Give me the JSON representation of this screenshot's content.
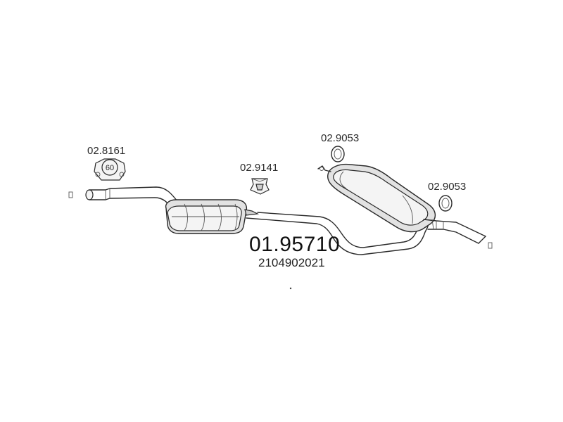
{
  "parts": {
    "clamp_left": {
      "label": "02.8161",
      "size_text": "60"
    },
    "rubber_mount": {
      "label": "02.9141"
    },
    "ring_top": {
      "label": "02.9053"
    },
    "ring_right": {
      "label": "02.9053"
    }
  },
  "assembly": {
    "main_number": "01.95710",
    "oe_number": "2104902021"
  },
  "colors": {
    "line": "#2a2a2a",
    "fill": "#e2e2e2",
    "background": "#ffffff"
  }
}
